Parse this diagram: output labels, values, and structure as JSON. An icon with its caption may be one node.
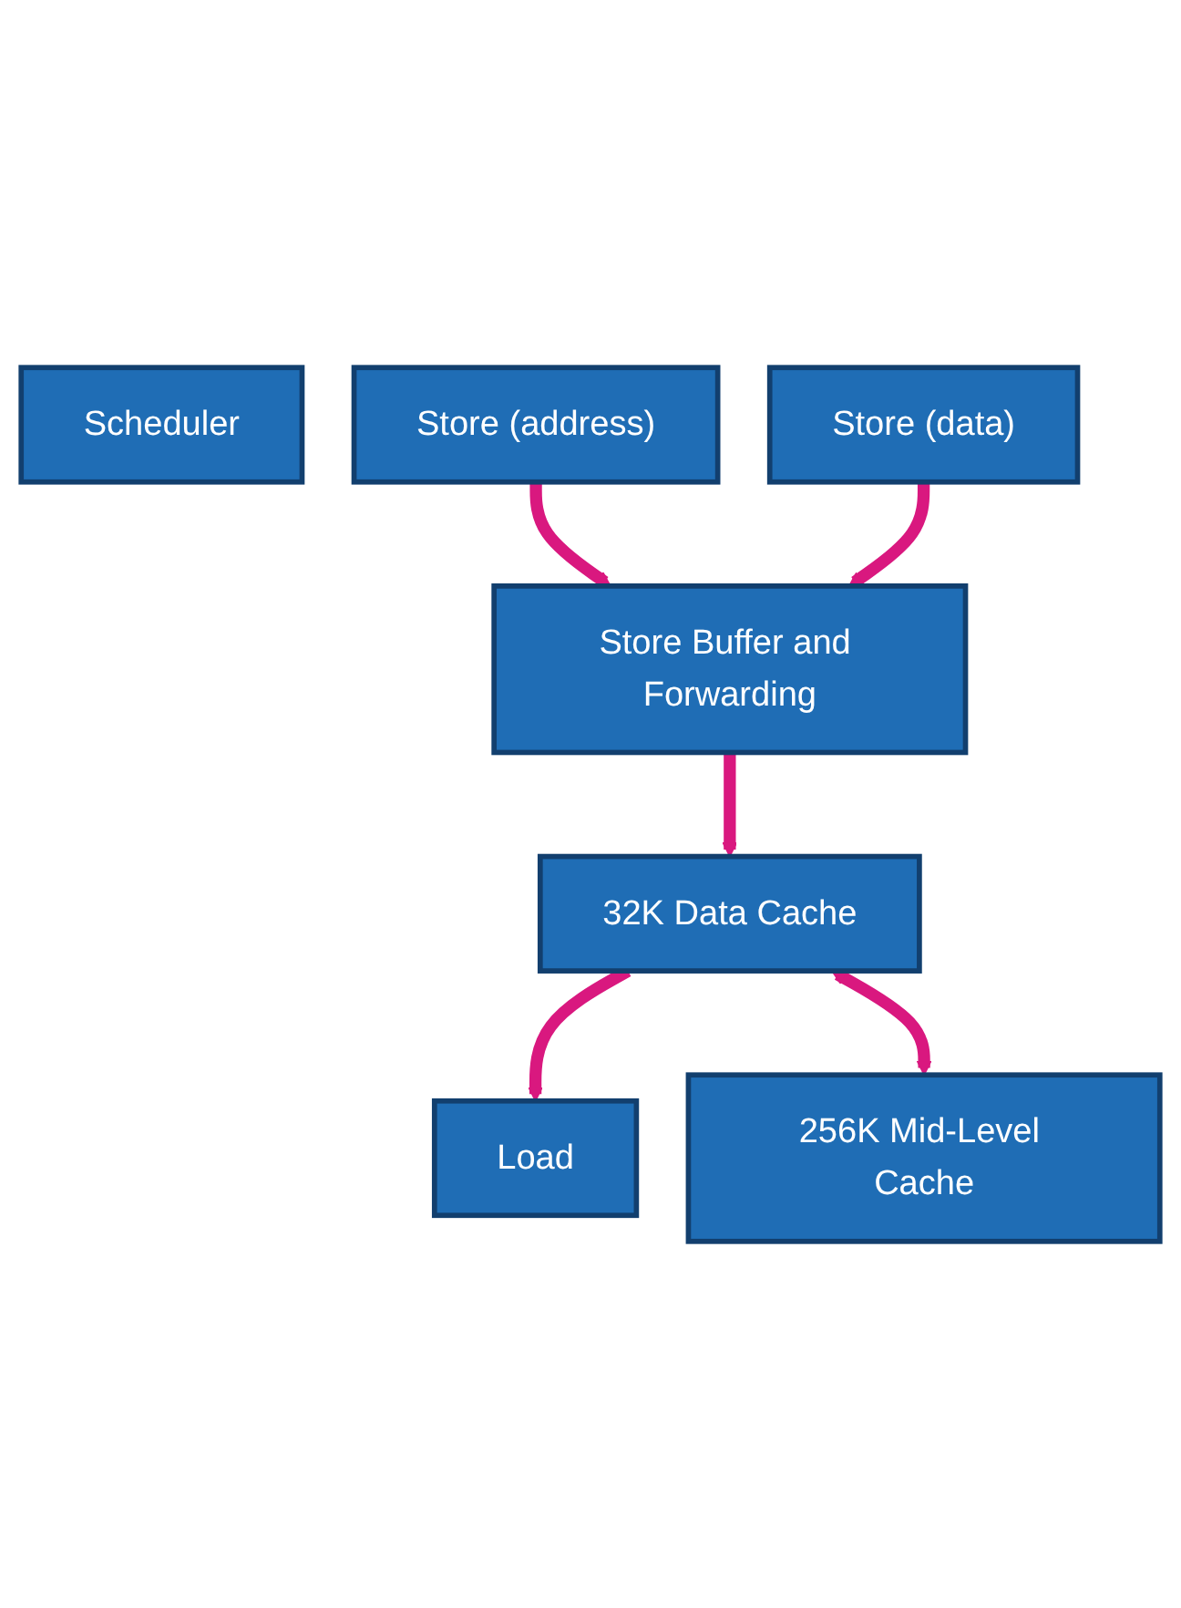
{
  "diagram": {
    "nodes": [
      {
        "text": [
          "Scheduler"
        ]
      },
      {
        "text": [
          "Load"
        ]
      },
      {
        "text": [
          "Store (address)"
        ]
      },
      {
        "text": [
          "Store (data)"
        ]
      },
      {
        "text": [
          "32K Data Cache"
        ]
      },
      {
        "text": [
          "Store Buffer and Forwarding"
        ]
      },
      {
        "text": [
          "256K Mid-Level Cache"
        ]
      }
    ],
    "edges": [
      {
        "from": 4,
        "to": 1,
        "arrow": "to"
      },
      {
        "from": 2,
        "to": 5,
        "arrow": "to"
      },
      {
        "from": 3,
        "to": 5,
        "arrow": "to"
      },
      {
        "from": 5,
        "to": 4,
        "arrow": "to"
      },
      {
        "from": 4,
        "to": 6,
        "arrow": "both"
      }
    ]
  }
}
